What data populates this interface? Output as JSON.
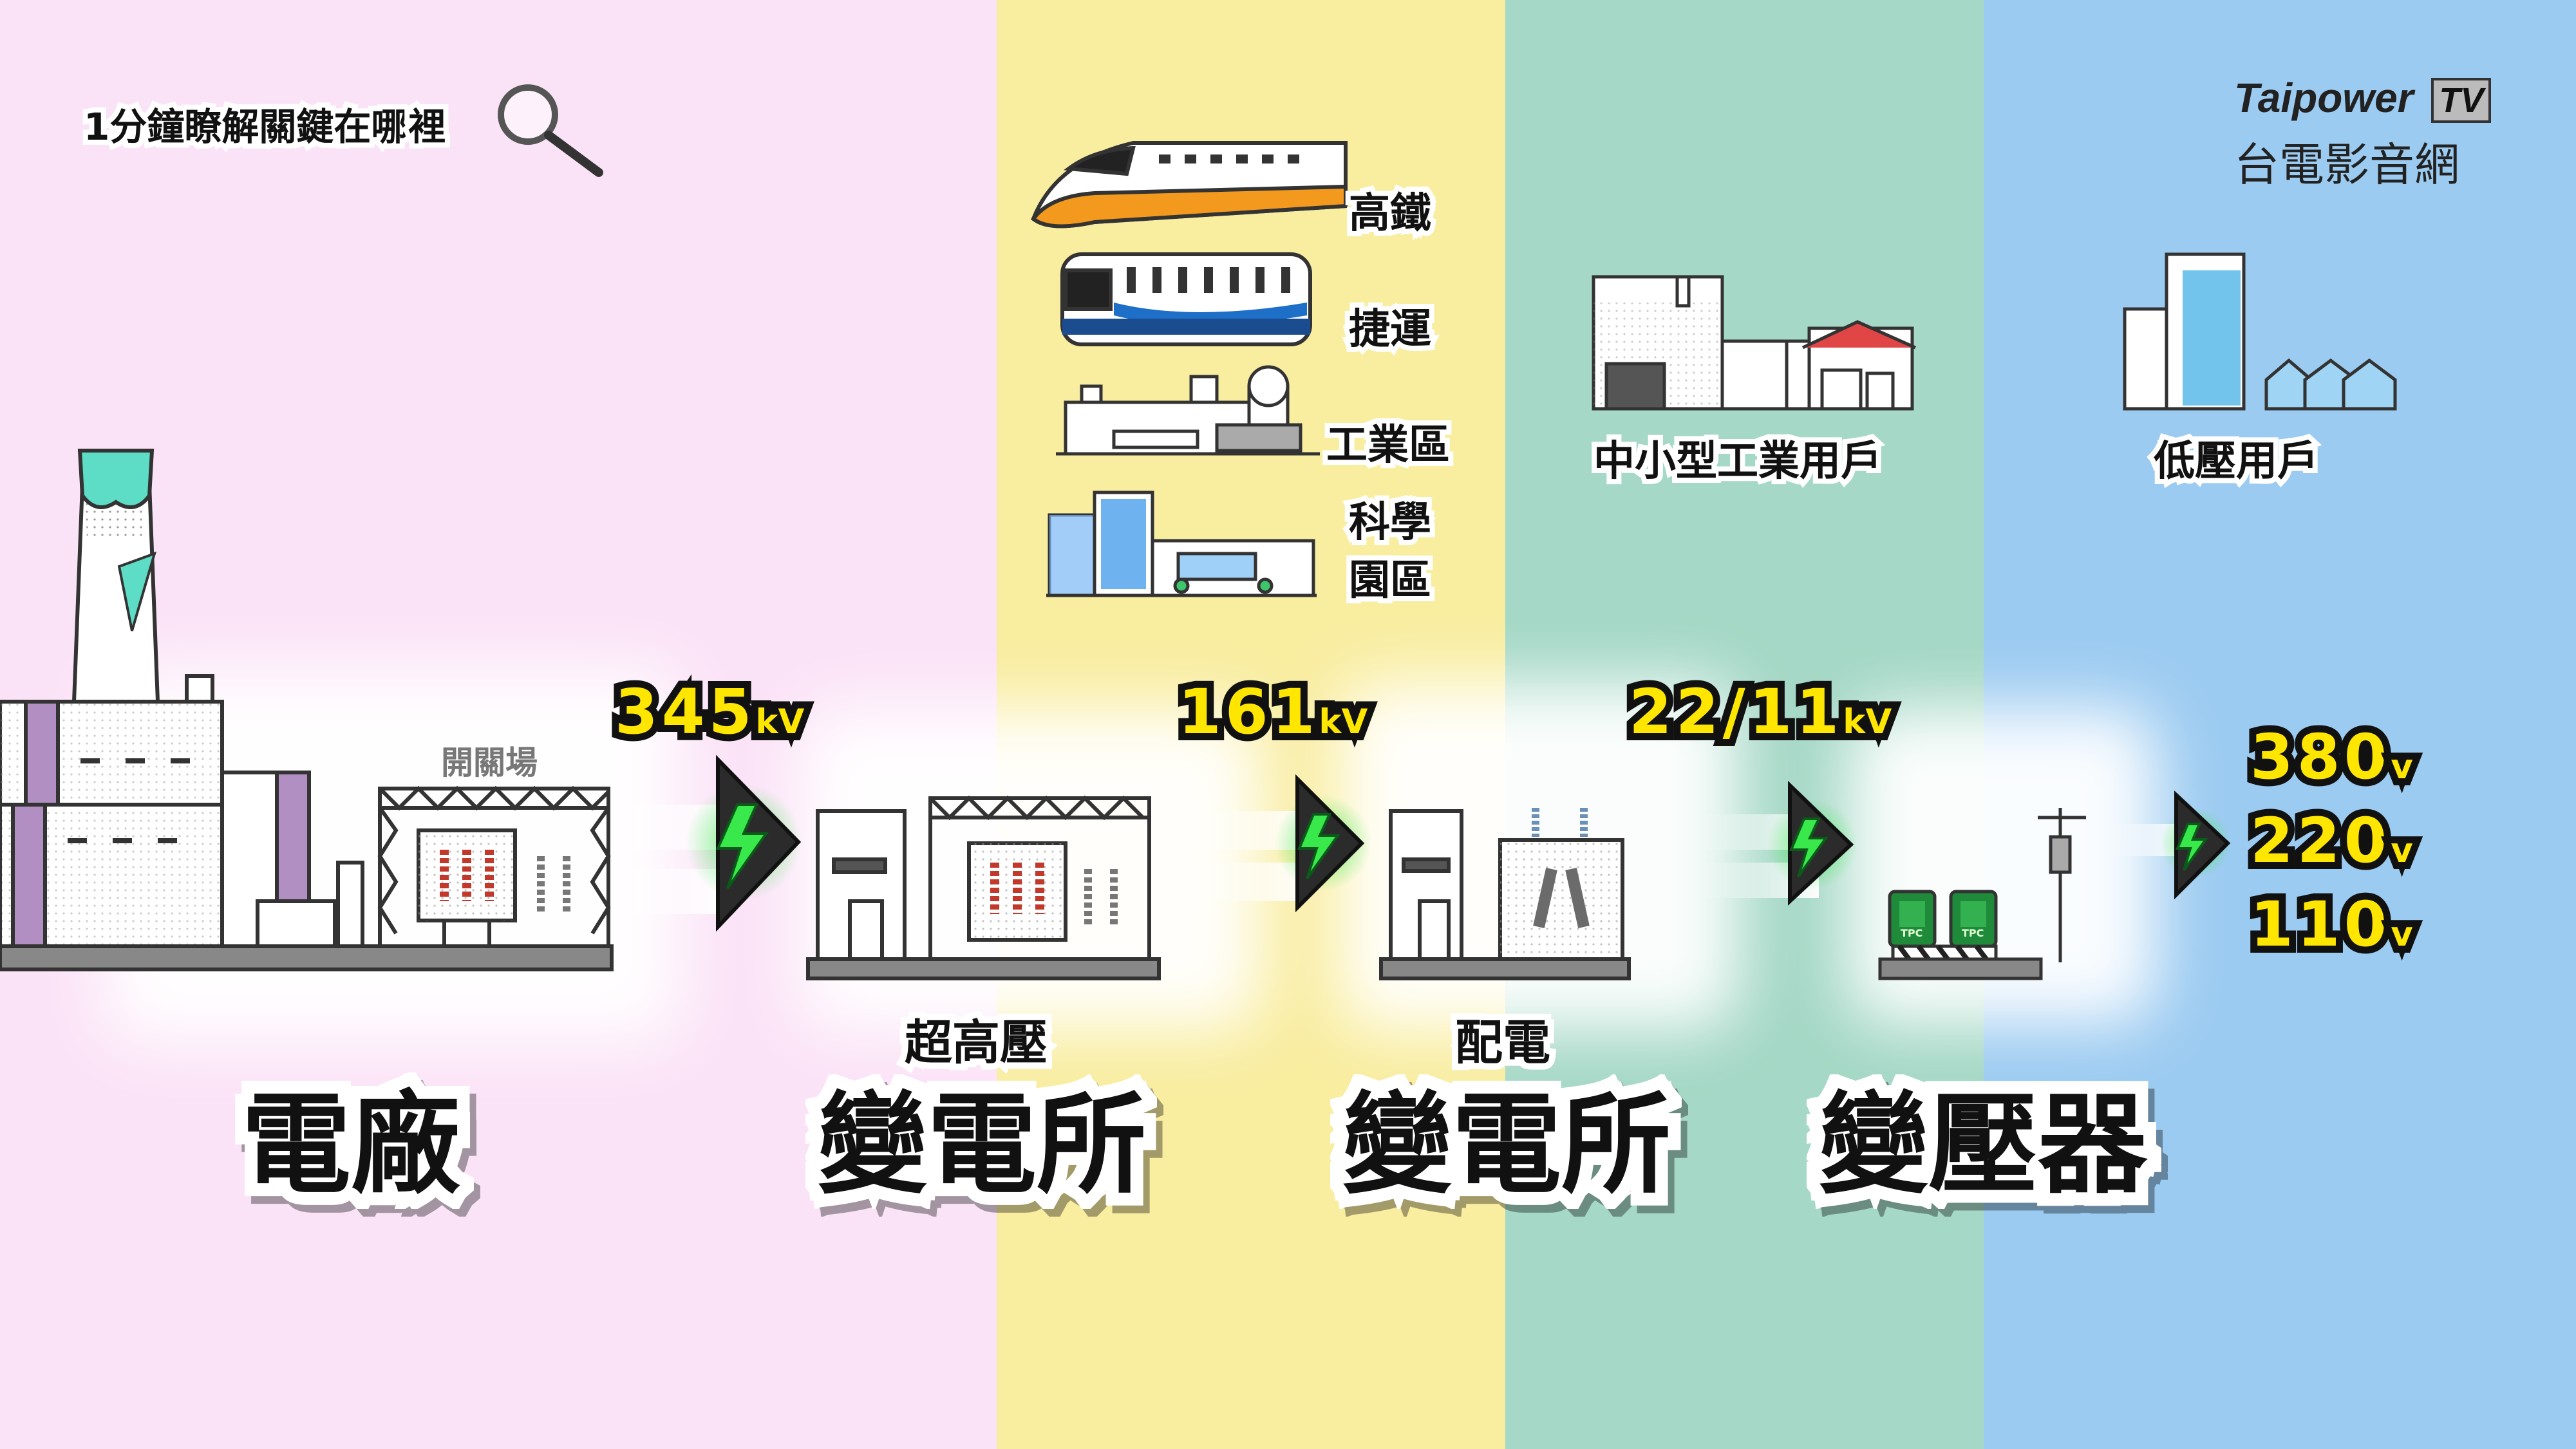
{
  "header": {
    "title_text": "1分鐘瞭解關鍵在哪",
    "title_last": "裡",
    "icon": "magnifier-icon"
  },
  "brand": {
    "name": "Taipower",
    "tv_badge": "TV",
    "subtitle": "台電影音網"
  },
  "colors": {
    "pink": "#fbe3f7",
    "yellow": "#f9eda0",
    "teal": "#a5d8c6",
    "blue": "#9ccbf1",
    "voltage_text": "#ffe600",
    "bolt_green": "#39e84a"
  },
  "top_labels": {
    "hsr": "高鐵",
    "mrt": "捷運",
    "industrial": "工業區",
    "science_park_1": "科學",
    "science_park_2": "園區",
    "small_industrial": "中小型工業用戶",
    "low_voltage": "低壓用戶"
  },
  "switchyard_label": "開關場",
  "voltages": {
    "v345": "345",
    "v161": "161",
    "v22_11": "22/11",
    "unit_kv": "kV",
    "v380": "380",
    "v220": "220",
    "v110": "110",
    "unit_v": "v"
  },
  "stages": {
    "power_plant": "電廠",
    "ehv_sub_label": "超高壓",
    "ehv_sub": "變電所",
    "dist_sub_label": "配電",
    "dist_sub": "變電所",
    "transformer": "變壓器"
  },
  "transformer_box_label": "TPC"
}
